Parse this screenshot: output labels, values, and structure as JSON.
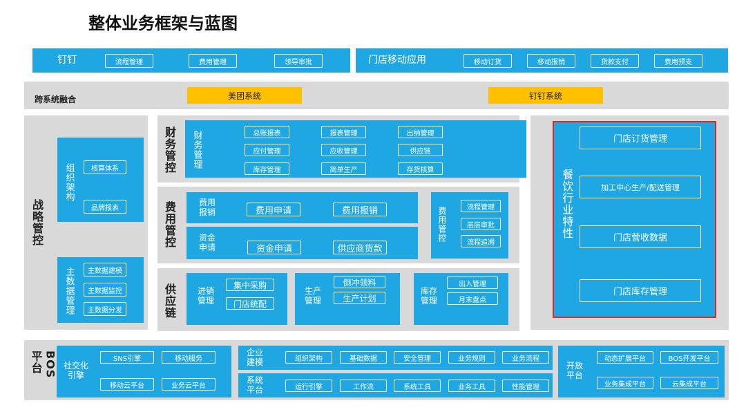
{
  "title": "整体业务框架与蓝图",
  "top_bar": {
    "dingtalk": {
      "label": "钉钉",
      "items": [
        "流程管理",
        "费用管理",
        "领导审批"
      ]
    },
    "mobile": {
      "label": "门店移动应用",
      "items": [
        "移动订货",
        "移动报销",
        "货款支付",
        "费用预支"
      ]
    }
  },
  "cross": {
    "label": "跨系统融合",
    "meituan": "美团系统",
    "dingtalk": "钉钉系统"
  },
  "strategy": {
    "label": "战略管控",
    "org": {
      "label": "组织架构",
      "items": [
        "核算体系",
        "品牌报表"
      ]
    },
    "master": {
      "label": "主数据管理",
      "items": [
        "主数据建模",
        "主数据监控",
        "主数据分发"
      ]
    }
  },
  "finance": {
    "label": "财务管控",
    "inner": "财务管理",
    "items": [
      "总账报表",
      "报表管理",
      "出纳管理",
      "应付管理",
      "应收管理",
      "供应链",
      "库存管理",
      "简单生产",
      "存货核算"
    ]
  },
  "expense": {
    "label": "费用管控",
    "reimb": {
      "label": "费用报销",
      "items": [
        "费用申请",
        "费用报销"
      ]
    },
    "fund": {
      "label": "资金申请",
      "items": [
        "资金申请",
        "供应商货款"
      ]
    },
    "control": {
      "label": "费用管控",
      "items": [
        "流程管理",
        "层层审批",
        "流程追溯"
      ]
    }
  },
  "supply": {
    "label": "供应链",
    "purchase": {
      "label": "进销管理",
      "items": [
        "集中采购",
        "门店统配"
      ]
    },
    "production": {
      "label": "生产管理",
      "items": [
        "倒冲领料",
        "生产计划"
      ]
    },
    "stock": {
      "label": "库存管理",
      "items": [
        "出入管理",
        "月末盘点"
      ]
    }
  },
  "catering": {
    "label": "餐饮行业特性",
    "items": [
      "门店订货管理",
      "加工中心生产/配送管理",
      "门店营收数据",
      "门店库存管理"
    ],
    "highlight_color": "#e5261f"
  },
  "platform": {
    "label": "平台BOS",
    "social": {
      "label": "社交化引擎",
      "items": [
        "SNS引擎",
        "移动服务",
        "移动云平台",
        "业务云平台"
      ]
    },
    "modeling": {
      "label": "企业建模",
      "items": [
        "组织架构",
        "基础数据",
        "安全管理",
        "业务规则",
        "业务流程"
      ]
    },
    "system": {
      "label": "系统平台",
      "items": [
        "运行引擎",
        "工作流",
        "系统工具",
        "业务工具",
        "性能管理"
      ]
    },
    "open": {
      "label": "开放平台",
      "items": [
        "动态扩展平台",
        "BOS开发平台",
        "业务集成平台",
        "云集成平台"
      ]
    }
  },
  "colors": {
    "blue": "#1ea7e2",
    "gray": "#d9d9d9",
    "yellow": "#ffc000",
    "red": "#e5261f"
  }
}
